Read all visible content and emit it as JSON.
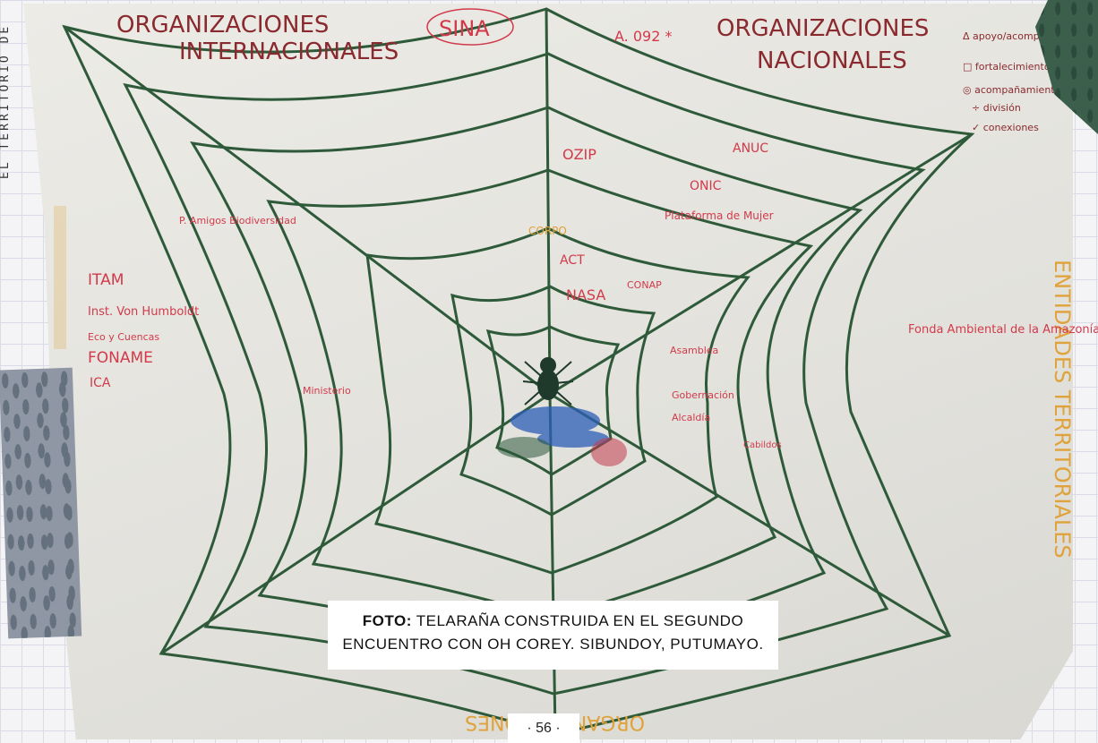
{
  "side_label": "EL TERRITORIO DE",
  "poster": {
    "title_left": "ORGANIZACIONES INTERNACIONALES",
    "title_sina": "SINA",
    "title_a092": "A. 092 *",
    "title_right_line1": "ORGANIZACIONES",
    "title_right_line2": "NACIONALES",
    "legend": [
      {
        "symbol": "Δ",
        "text": "apoyo/acompaño jurídico"
      },
      {
        "symbol": "□",
        "text": "fortalecimiento"
      },
      {
        "symbol": "◎",
        "text": "acompañamiento"
      },
      {
        "symbol": "÷",
        "text": "división"
      },
      {
        "symbol": "✓",
        "text": "conexiones"
      }
    ],
    "right_vertical": "ENTIDADES TERRITORIALES",
    "bottom_upside_down": "ORGANIZACIONES",
    "notes_left": [
      "ITAM",
      "Inst. Von Humboldt",
      "Eco y Cuencas",
      "FONAME",
      "ICA",
      "P. Amigos Biodiversidad",
      "Ministerio"
    ],
    "notes_center": [
      "ACT",
      "OZIP",
      "ONIC",
      "Plataforma de Mujer",
      "CORPO",
      "NASA",
      "CONAP",
      "ANUC"
    ],
    "notes_right": [
      "Fonda Ambiental de la Amazonía",
      "Gobernación",
      "Alcaldía",
      "Asamblea",
      "Cabildos"
    ]
  },
  "caption": {
    "label": "Foto:",
    "line1": "Telaraña construida en el segundo",
    "line2": "encuentro con Oh Corey. Sibundoy, Putumayo."
  },
  "page_number": "· 56 ·",
  "colors": {
    "web": "#2e5a3a",
    "title_ink": "#8a2a2e",
    "note_ink": "#d23a4a",
    "orange_ink": "#e0a23a",
    "spider": "#1f3a2a"
  }
}
